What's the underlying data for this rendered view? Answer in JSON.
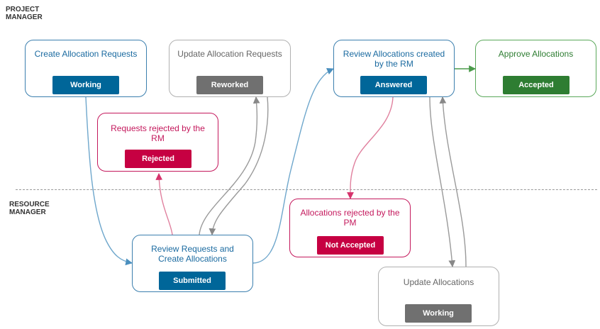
{
  "lanes": {
    "project_manager": "PROJECT\nMANAGER",
    "resource_manager": "RESOURCE\nMANAGER"
  },
  "colors": {
    "blue": "#1a6aa0",
    "blue_badge": "#006699",
    "gray": "#a8a8a8",
    "gray_badge": "#707070",
    "green": "#3a9a3a",
    "green_badge": "#2e7d32",
    "red": "#c4185c",
    "red_badge": "#c60042"
  },
  "nodes": {
    "create_allocation_requests": {
      "title": "Create Allocation Requests",
      "status": "Working"
    },
    "update_allocation_requests": {
      "title": "Update Allocation Requests",
      "status": "Reworked"
    },
    "review_allocations_created": {
      "title": "Review Allocations created by the RM",
      "status": "Answered"
    },
    "approve_allocations": {
      "title": "Approve Allocations",
      "status": "Accepted"
    },
    "requests_rejected": {
      "title": "Requests rejected by the RM",
      "status": "Rejected"
    },
    "review_requests": {
      "title": "Review Requests and Create Allocations",
      "status": "Submitted"
    },
    "allocations_rejected": {
      "title": "Allocations rejected by the PM",
      "status": "Not Accepted"
    },
    "update_allocations": {
      "title": "Update Allocations",
      "status": "Working"
    }
  }
}
